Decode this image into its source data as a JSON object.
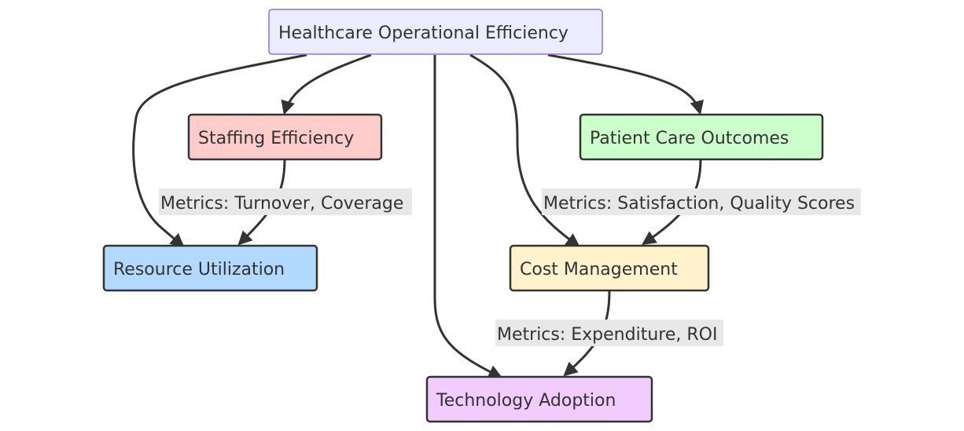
{
  "diagram": {
    "nodes": [
      {
        "id": "root",
        "label": "Healthcare Operational Efficiency",
        "fill": "#ECECFF",
        "stroke": "#9370DB"
      },
      {
        "id": "staffing",
        "label": "Staffing Efficiency",
        "fill": "#FFCCCC",
        "stroke": "#333333"
      },
      {
        "id": "patient",
        "label": "Patient Care Outcomes",
        "fill": "#CCFFCC",
        "stroke": "#333333"
      },
      {
        "id": "resource",
        "label": "Resource Utilization",
        "fill": "#B3D9FF",
        "stroke": "#333333"
      },
      {
        "id": "cost",
        "label": "Cost Management",
        "fill": "#FFF2CC",
        "stroke": "#333333"
      },
      {
        "id": "technology",
        "label": "Technology Adoption",
        "fill": "#F2CCFF",
        "stroke": "#333333"
      }
    ],
    "edge_labels": [
      {
        "id": "staffing-resource",
        "text": "Metrics: Turnover, Coverage"
      },
      {
        "id": "patient-cost",
        "text": "Metrics: Satisfaction, Quality Scores"
      },
      {
        "id": "cost-technology",
        "text": "Metrics: Expenditure, ROI"
      }
    ]
  }
}
